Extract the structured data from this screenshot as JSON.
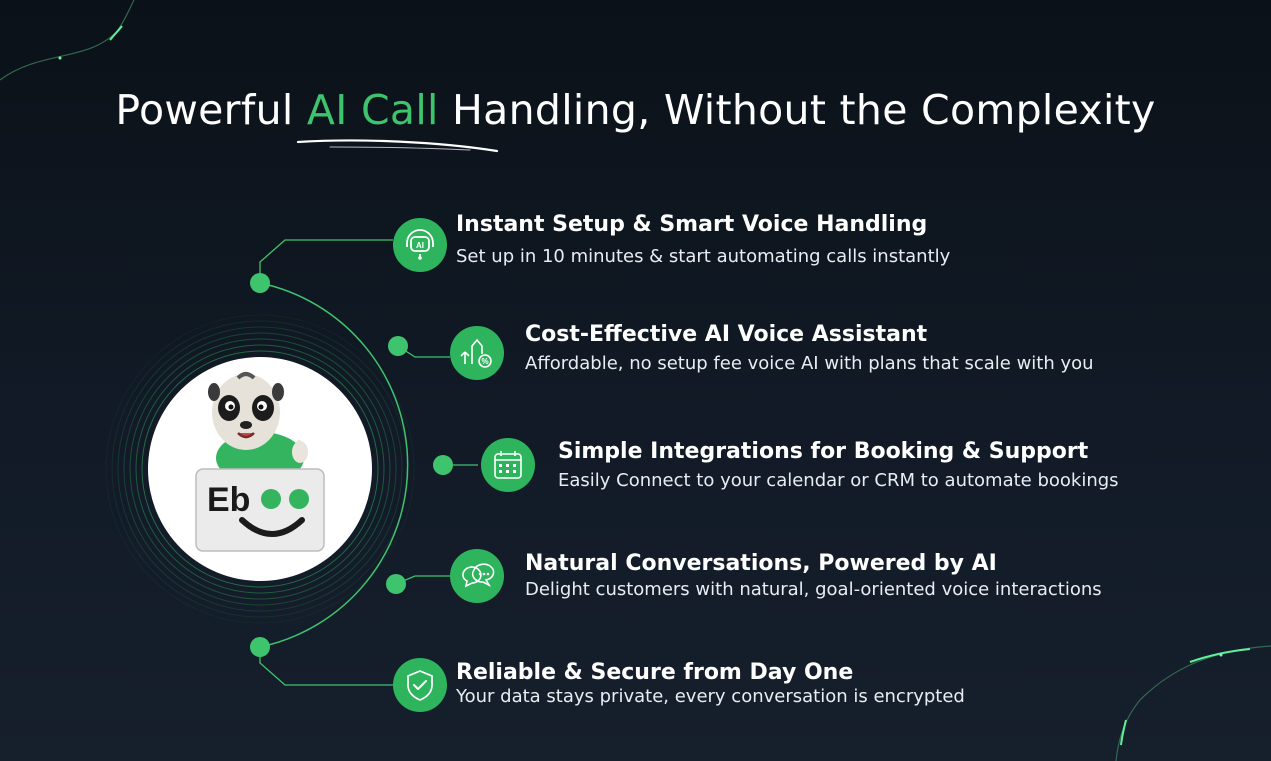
{
  "title": {
    "before": "Powerful ",
    "accent": "AI Call",
    "after": " Handling, Without the Complexity"
  },
  "logo": {
    "letters": "Eb"
  },
  "features": [
    {
      "icon": "ai-headset-icon",
      "title": "Instant Setup & Smart Voice Handling",
      "desc": "Set up in 10 minutes & start automating calls instantly"
    },
    {
      "icon": "growth-percent-icon",
      "title": "Cost-Effective AI Voice Assistant",
      "desc": "Affordable, no setup fee voice AI with plans that scale with you"
    },
    {
      "icon": "calendar-icon",
      "title": "Simple Integrations for Booking & Support",
      "desc": "Easily Connect to your calendar or CRM to automate bookings"
    },
    {
      "icon": "chat-bubbles-icon",
      "title": "Natural Conversations, Powered by AI",
      "desc": "Delight customers with natural, goal-oriented voice interactions"
    },
    {
      "icon": "shield-check-icon",
      "title": "Reliable & Secure from Day One",
      "desc": "Your data stays private, every conversation is encrypted"
    }
  ],
  "colors": {
    "accent": "#3ec46d",
    "icon_bg": "#2fb45e",
    "background": "#0f1620"
  }
}
